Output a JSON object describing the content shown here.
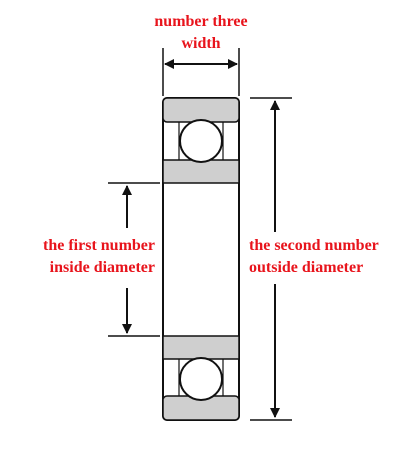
{
  "labels": {
    "width_line1": "number three",
    "width_line2": "width",
    "inside_line1": "the first number",
    "inside_line2": "inside diameter",
    "outside_line1": "the second number",
    "outside_line2": "outside diameter"
  },
  "colors": {
    "label": "#e8141c",
    "line": "#111111",
    "bearing_fill": "#cfcfcf",
    "ball_fill": "#ffffff"
  }
}
